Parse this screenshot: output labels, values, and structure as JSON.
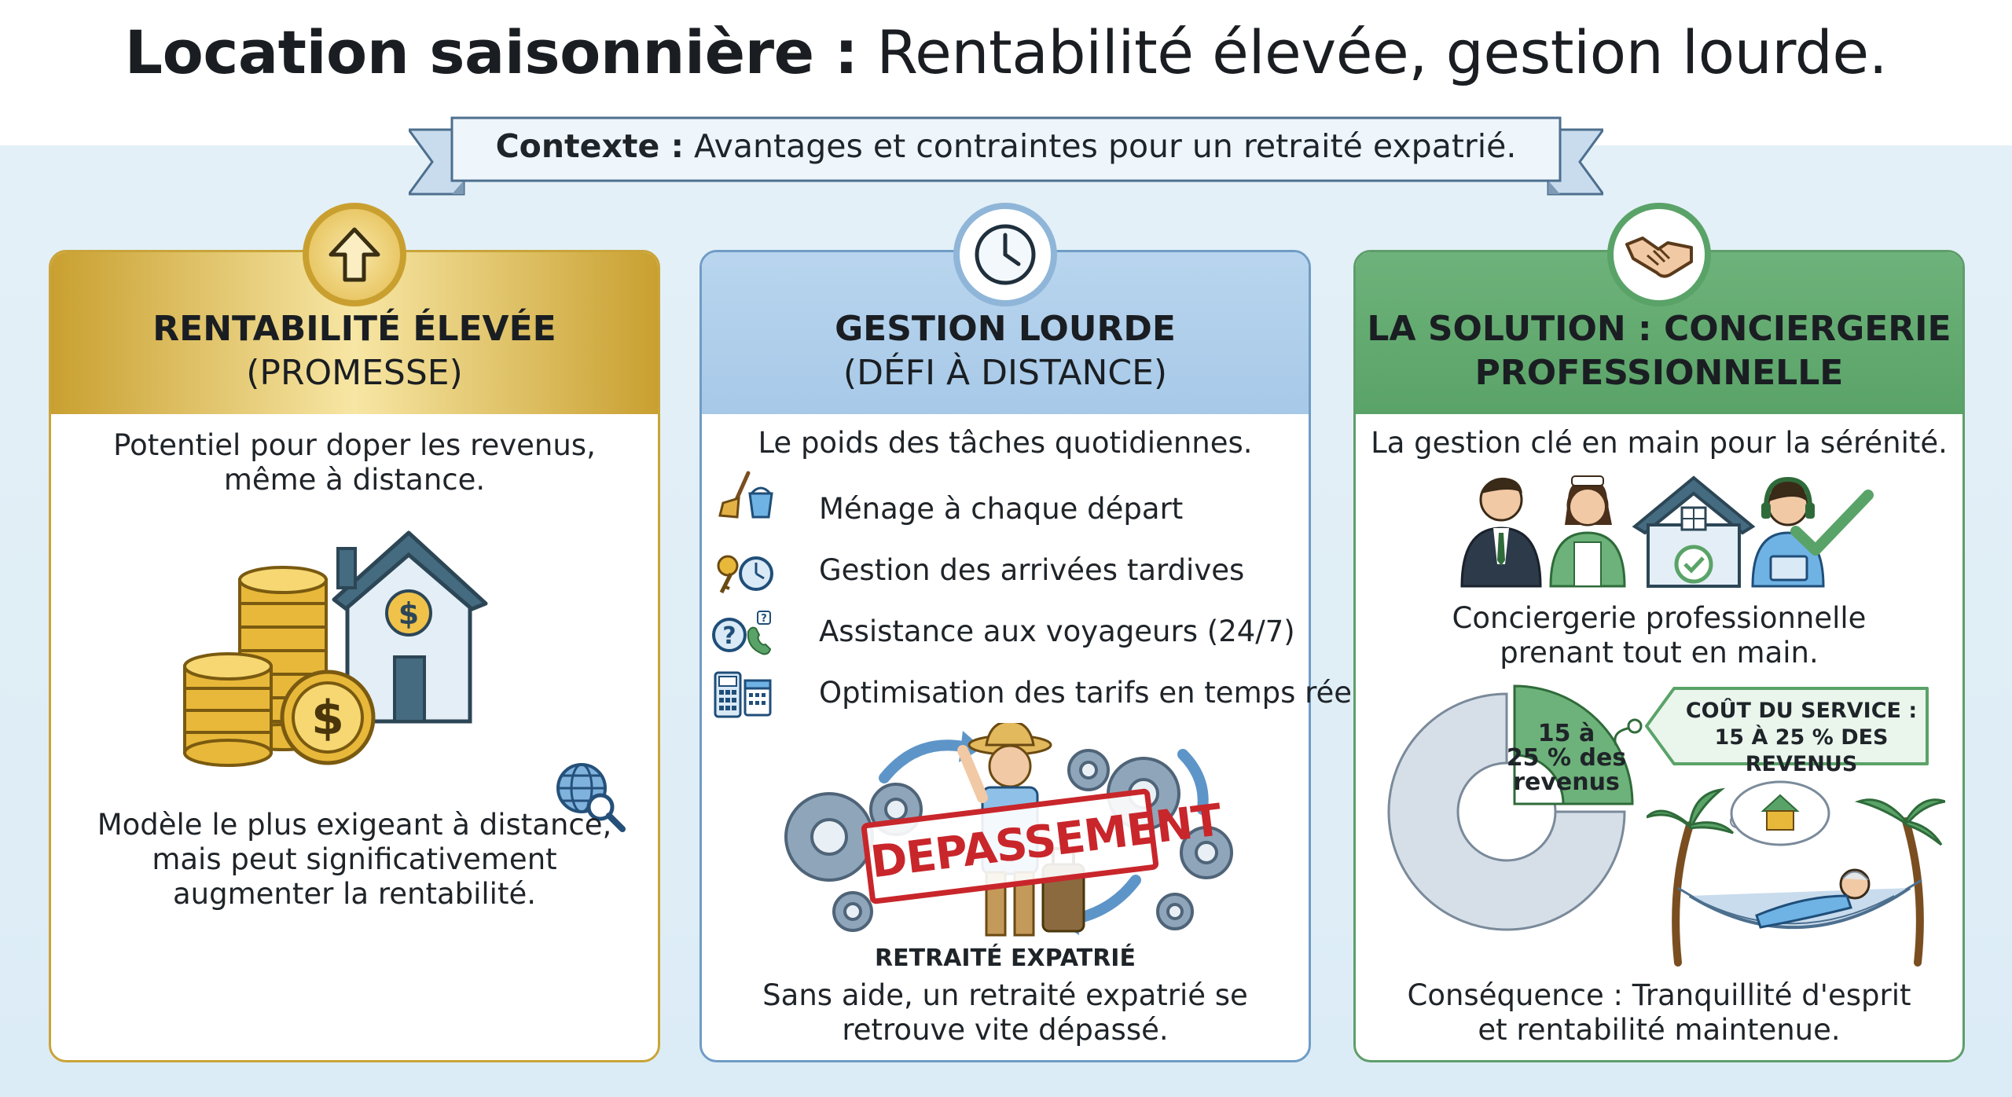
{
  "title": {
    "bold": "Location saisonnière :",
    "rest": "Rentabilité élevée, gestion lourde."
  },
  "banner": {
    "label": "Contexte :",
    "text": "Avantages et contraintes pour un retraité expatrié."
  },
  "panels": [
    {
      "head1": "RENTABILITÉ ÉLEVÉE",
      "head2": "(PROMESSE)",
      "icon": "arrow-up-icon",
      "intro_line1": "Potentiel pour doper les revenus,",
      "intro_line2": "même à distance.",
      "outro_line1": "Modèle le plus exigeant à distance,",
      "outro_line2": "mais peut significativement",
      "outro_line3": "augmenter la rentabilité."
    },
    {
      "head1": "GESTION LOURDE",
      "head2": "(DÉFI À DISTANCE)",
      "icon": "clock-icon",
      "intro": "Le poids des tâches quotidiennes.",
      "tasks": [
        {
          "label": "Ménage à chaque départ",
          "icon": "broom-bucket-icon"
        },
        {
          "label": "Gestion des arrivées tardives",
          "icon": "key-clock-icon"
        },
        {
          "label": "Assistance aux voyageurs (24/7)",
          "icon": "help-phone-icon"
        },
        {
          "label": "Optimisation des tarifs en temps réel",
          "icon": "calculator-calendar-icon"
        }
      ],
      "stamp": "DEPASSEMENT",
      "caption": "RETRAITÉ EXPATRIÉ",
      "outro_line1": "Sans aide, un retraité expatrié se",
      "outro_line2": "retrouve vite dépassé."
    },
    {
      "head1": "LA SOLUTION : CONCIERGERIE",
      "head2": "PROFESSIONNELLE",
      "icon": "handshake-icon",
      "intro": "La gestion clé en main pour la sérénité.",
      "mid_line1": "Conciergerie professionnelle",
      "mid_line2": "prenant tout en main.",
      "pie_line1": "15 à",
      "pie_line2": "25 % des",
      "pie_line3": "revenus",
      "tag_line1": "COÛT DU SERVICE :",
      "tag_line2": "15 À 25 % DES REVENUS",
      "outro_line1": "Conséquence : Tranquillité d'esprit",
      "outro_line2": "et rentabilité maintenue."
    }
  ],
  "colors": {
    "gold": "#c9a030",
    "blue": "#6f9cc6",
    "green": "#5aa368",
    "stamp_red": "#c8262b"
  }
}
